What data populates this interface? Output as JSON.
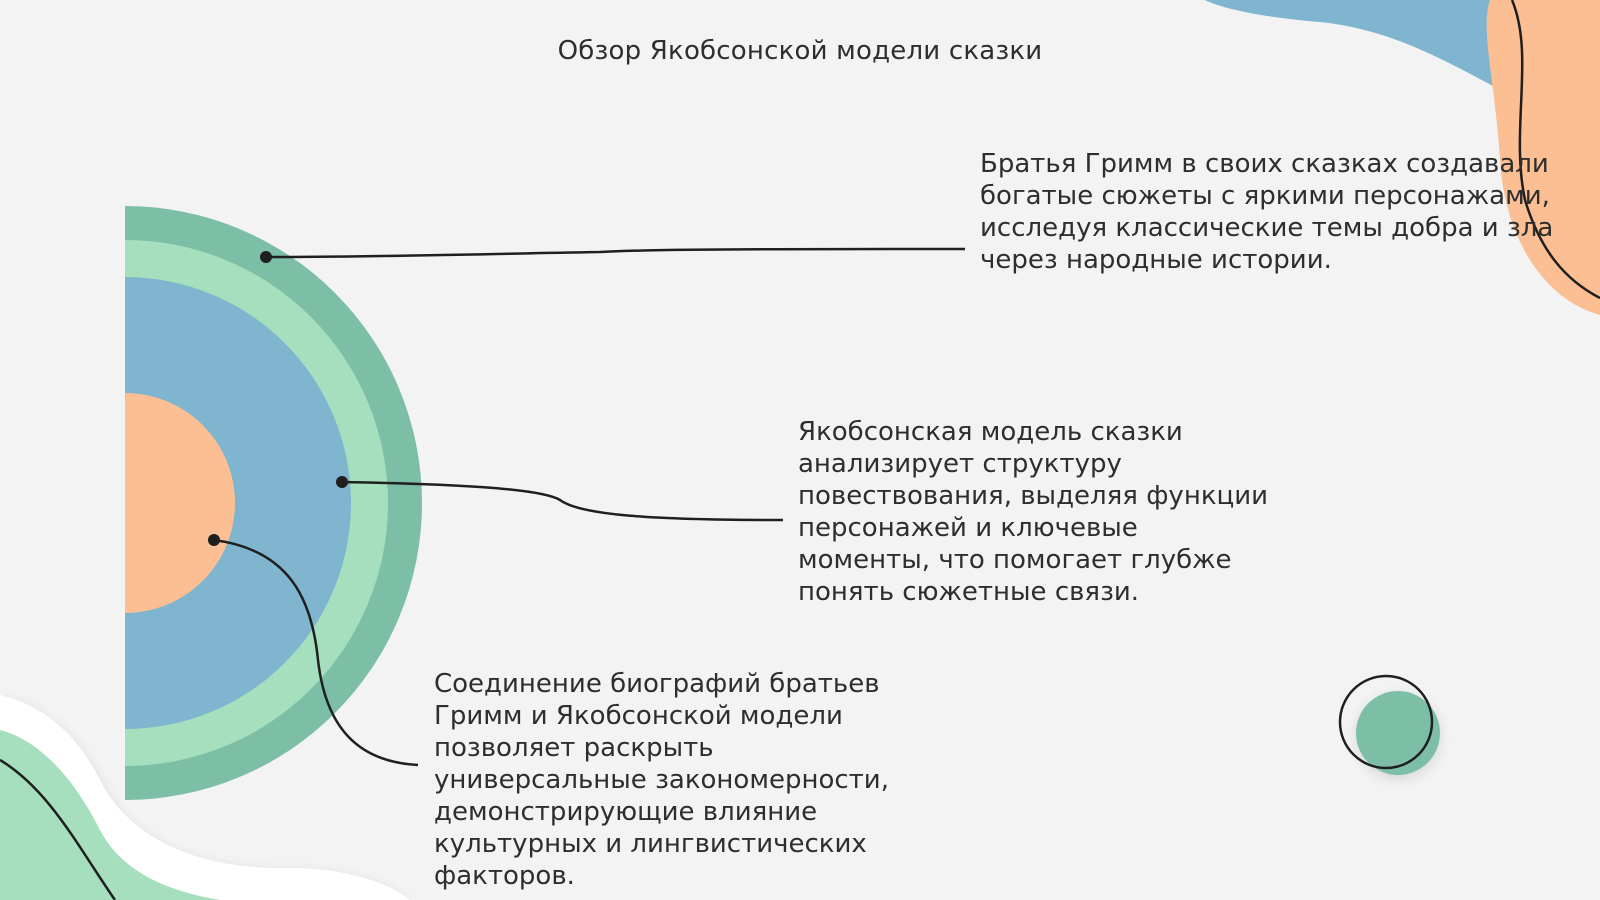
{
  "title": "Обзор Якобсонской модели сказки",
  "callouts": [
    {
      "text": "Братья Гримм в своих сказках создавали богатые сюжеты с яркими персонажами, исследуя классические темы добра и зла через народные истории."
    },
    {
      "text": "Якобсонская модель сказки анализирует структуру повествования, выделяя функции персонажей и ключевые моменты, что помогает глубже понять сюжетные связи."
    },
    {
      "text": "Соединение биографий братьев Гримм и Якобсонской модели позволяет раскрыть универсальные закономерности, демонстрирующие влияние культурных и лингвистических факторов."
    }
  ],
  "colors": {
    "background": "#f3f3f3",
    "teal": "#7dbfa6",
    "mint": "#a6dfbd",
    "blue": "#7fb5cf",
    "peach": "#fbbf93",
    "ink": "#1f1f1f"
  }
}
